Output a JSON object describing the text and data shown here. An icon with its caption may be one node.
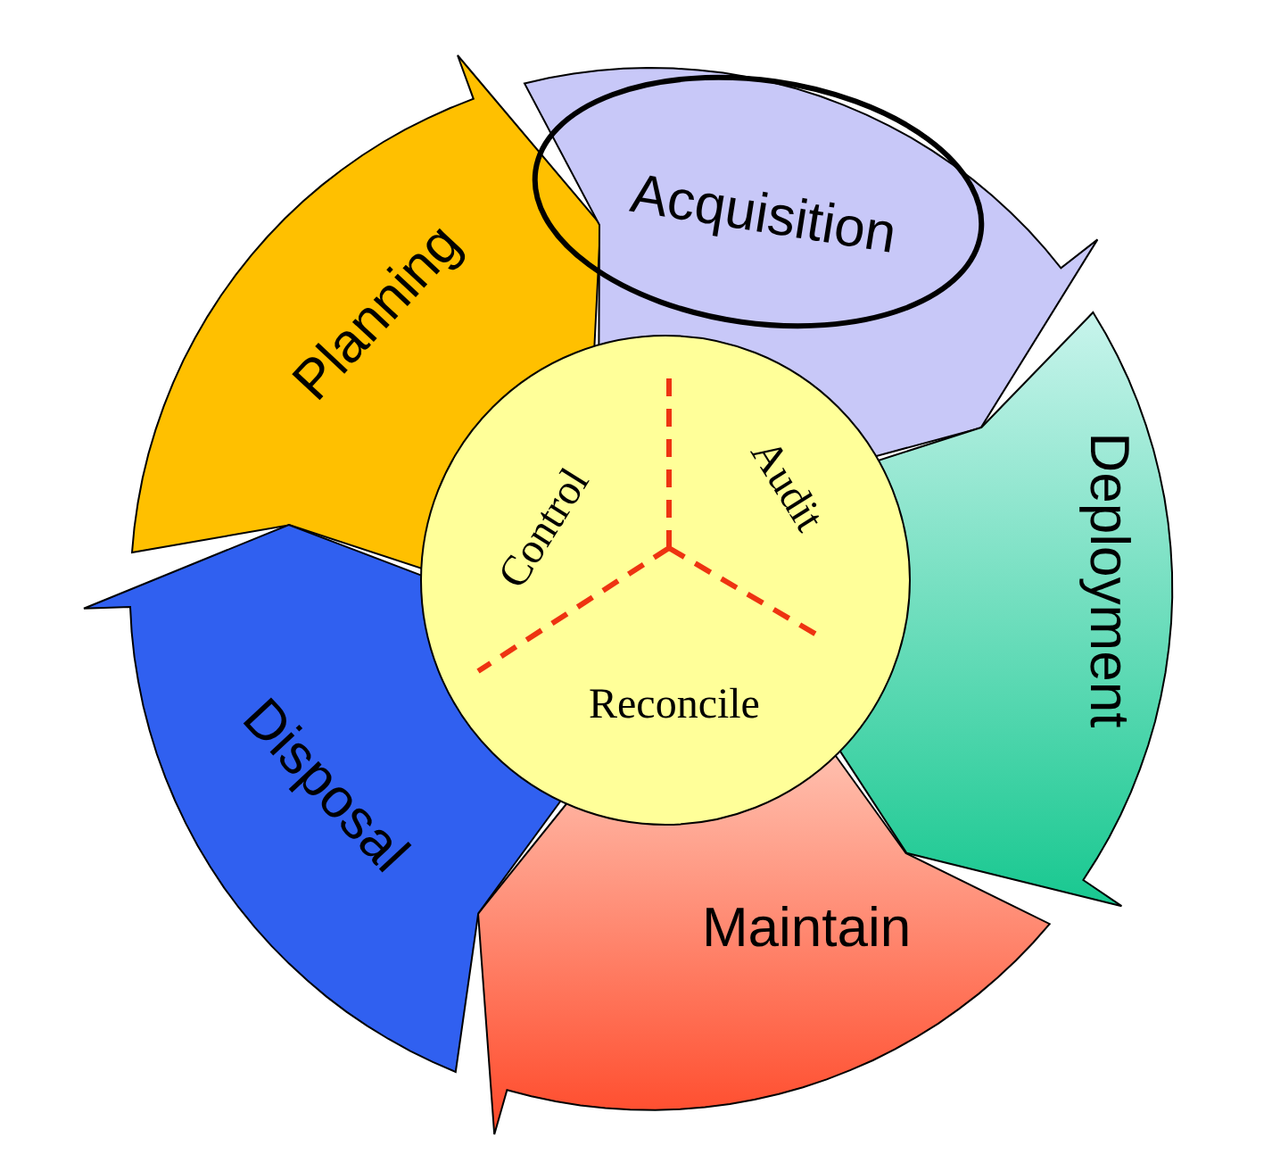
{
  "diagram": {
    "nodes": [
      {
        "text": [
          "Planning"
        ]
      },
      {
        "text": [
          "Acquisition"
        ]
      },
      {
        "text": [
          "Deployment"
        ]
      },
      {
        "text": [
          "Maintain"
        ]
      },
      {
        "text": [
          "Disposal"
        ]
      },
      {
        "text": [
          "Control",
          "Audit",
          "Reconcile"
        ]
      }
    ]
  }
}
